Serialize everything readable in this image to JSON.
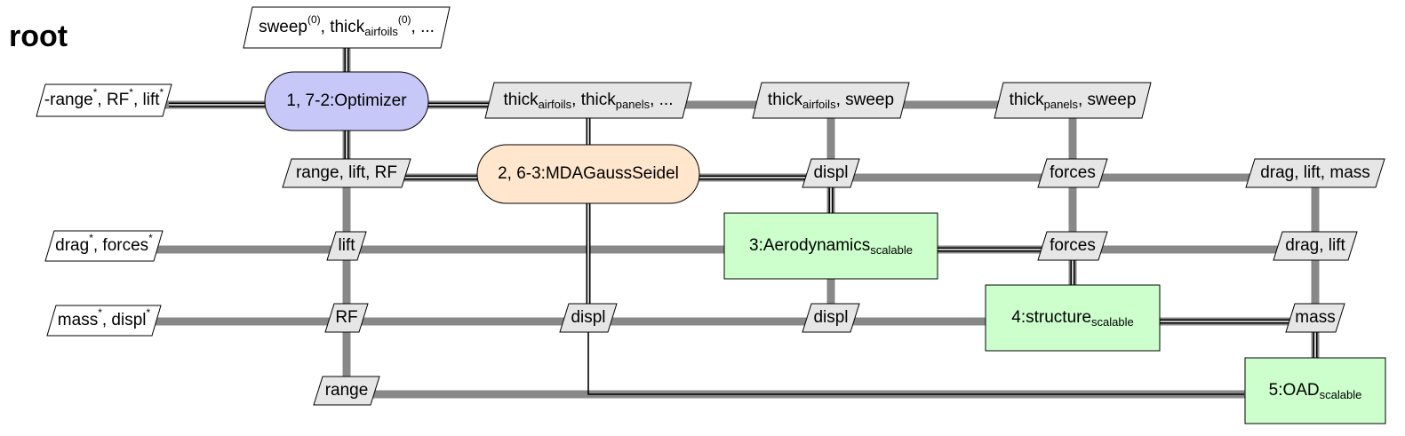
{
  "title": "root",
  "colors": {
    "optimizer": "#c8c8f8",
    "mda": "#ffe6cc",
    "discipline": "#ccffcc",
    "data": "#e6e6e6",
    "io": "#ffffff",
    "data_line": "#888888",
    "process_line": "#000000"
  },
  "nodes": {
    "optimizer": {
      "label": "1, 7-2:Optimizer"
    },
    "mda": {
      "label": "2, 6-3:MDAGaussSeidel"
    },
    "aerodynamics": {
      "label": "3:Aerodynamics",
      "sub": "scalable"
    },
    "structure": {
      "label": "4:structure",
      "sub": "scalable"
    },
    "oad": {
      "label": "5:OAD",
      "sub": "scalable"
    }
  },
  "inputs": {
    "top": [
      "sweep",
      "(0)",
      ", thick",
      "airfoils",
      "(0)",
      ", ..."
    ],
    "row_opt": [
      "-range",
      "*",
      ", RF",
      "*",
      ", lift",
      "*"
    ],
    "row_aero": [
      "drag",
      "*",
      ", forces",
      "*"
    ],
    "row_struct": [
      "mass",
      "*",
      ", displ",
      "*"
    ]
  },
  "data_boxes": {
    "opt_to_mda": [
      "thick",
      "airfoils",
      ", thick",
      "panels",
      ", ..."
    ],
    "opt_to_aero": [
      "thick",
      "airfoils",
      ", sweep"
    ],
    "opt_to_struct": [
      "thick",
      "panels",
      ", sweep"
    ],
    "mda_to_opt": "range, lift, RF",
    "mda_to_aero": "displ",
    "mda_to_struct": "forces",
    "mda_to_oad": "drag, lift, mass",
    "aero_to_opt": "lift",
    "aero_to_struct": "forces",
    "aero_to_oad": "drag, lift",
    "struct_to_opt": "RF",
    "struct_to_mda": "displ",
    "struct_to_aero": "displ",
    "struct_to_oad": "mass",
    "oad_to_opt": "range"
  }
}
